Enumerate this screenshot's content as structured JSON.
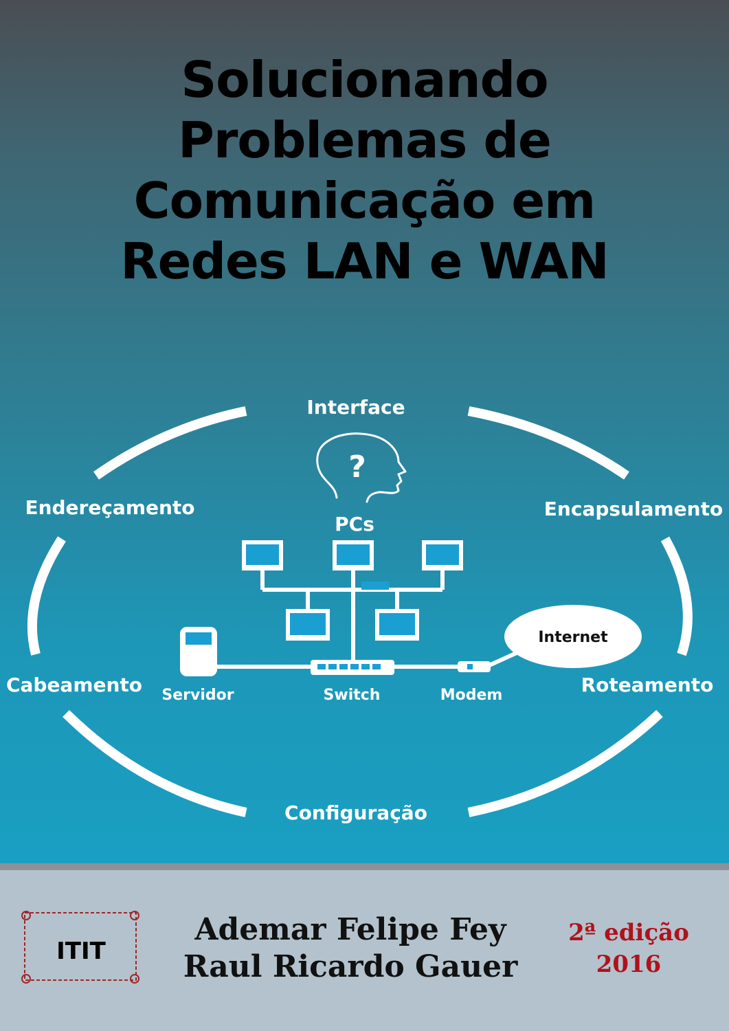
{
  "title": {
    "line1": "Solucionando",
    "line2": "Problemas de",
    "line3": "Comunicação em",
    "line4": "Redes LAN e WAN"
  },
  "diagram": {
    "outer_labels": {
      "top": "Interface",
      "top_left": "Endereçamento",
      "top_right": "Encapsulamento",
      "left": "Cabeamento",
      "right": "Roteamento",
      "bottom": "Configuração"
    },
    "center_icon": "head-question-icon",
    "center_icon_symbol": "?",
    "pcs_label": "PCs",
    "server_label": "Servidor",
    "switch_label": "Switch",
    "modem_label": "Modem",
    "internet_label": "Internet"
  },
  "publisher": "ITIT",
  "authors": [
    "Ademar Felipe Fey",
    "Raul Ricardo Gauer"
  ],
  "edition": {
    "line1": "2ª edição",
    "line2": "2016"
  },
  "colors": {
    "gradient_top": "#4a4e53",
    "gradient_bottom": "#1a9fc2",
    "footer_bg": "#b3c2cc",
    "edition_red": "#b0121c",
    "device_blue": "#1a9fd2"
  }
}
